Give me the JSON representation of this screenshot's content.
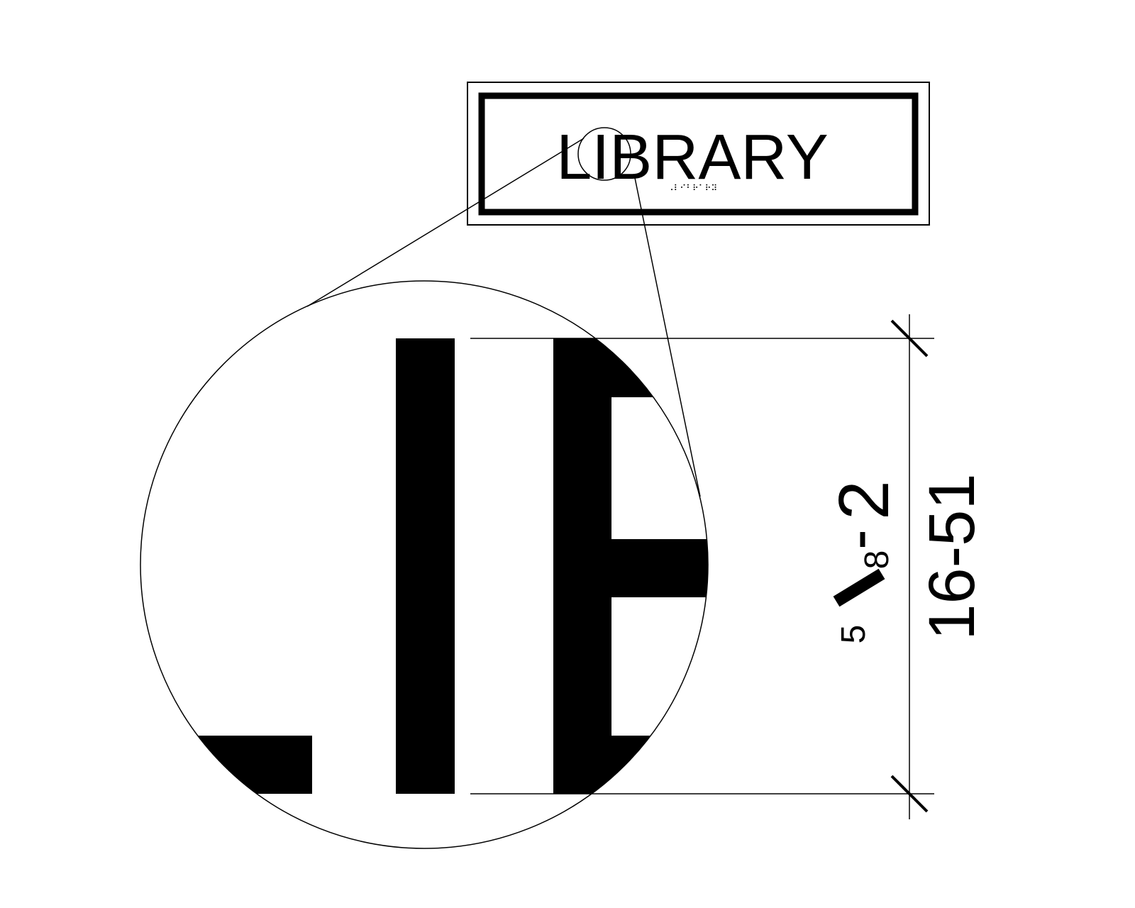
{
  "sign": {
    "text": "LIBRARY",
    "braille": "⠠⠇⠊⠃⠗⠁⠗⠽"
  },
  "dimension": {
    "fraction_whole": "2",
    "fraction_numerator": "5",
    "fraction_denominator": "8",
    "metric": "16-51"
  },
  "colors": {
    "ink": "#000000",
    "paper": "#ffffff"
  }
}
